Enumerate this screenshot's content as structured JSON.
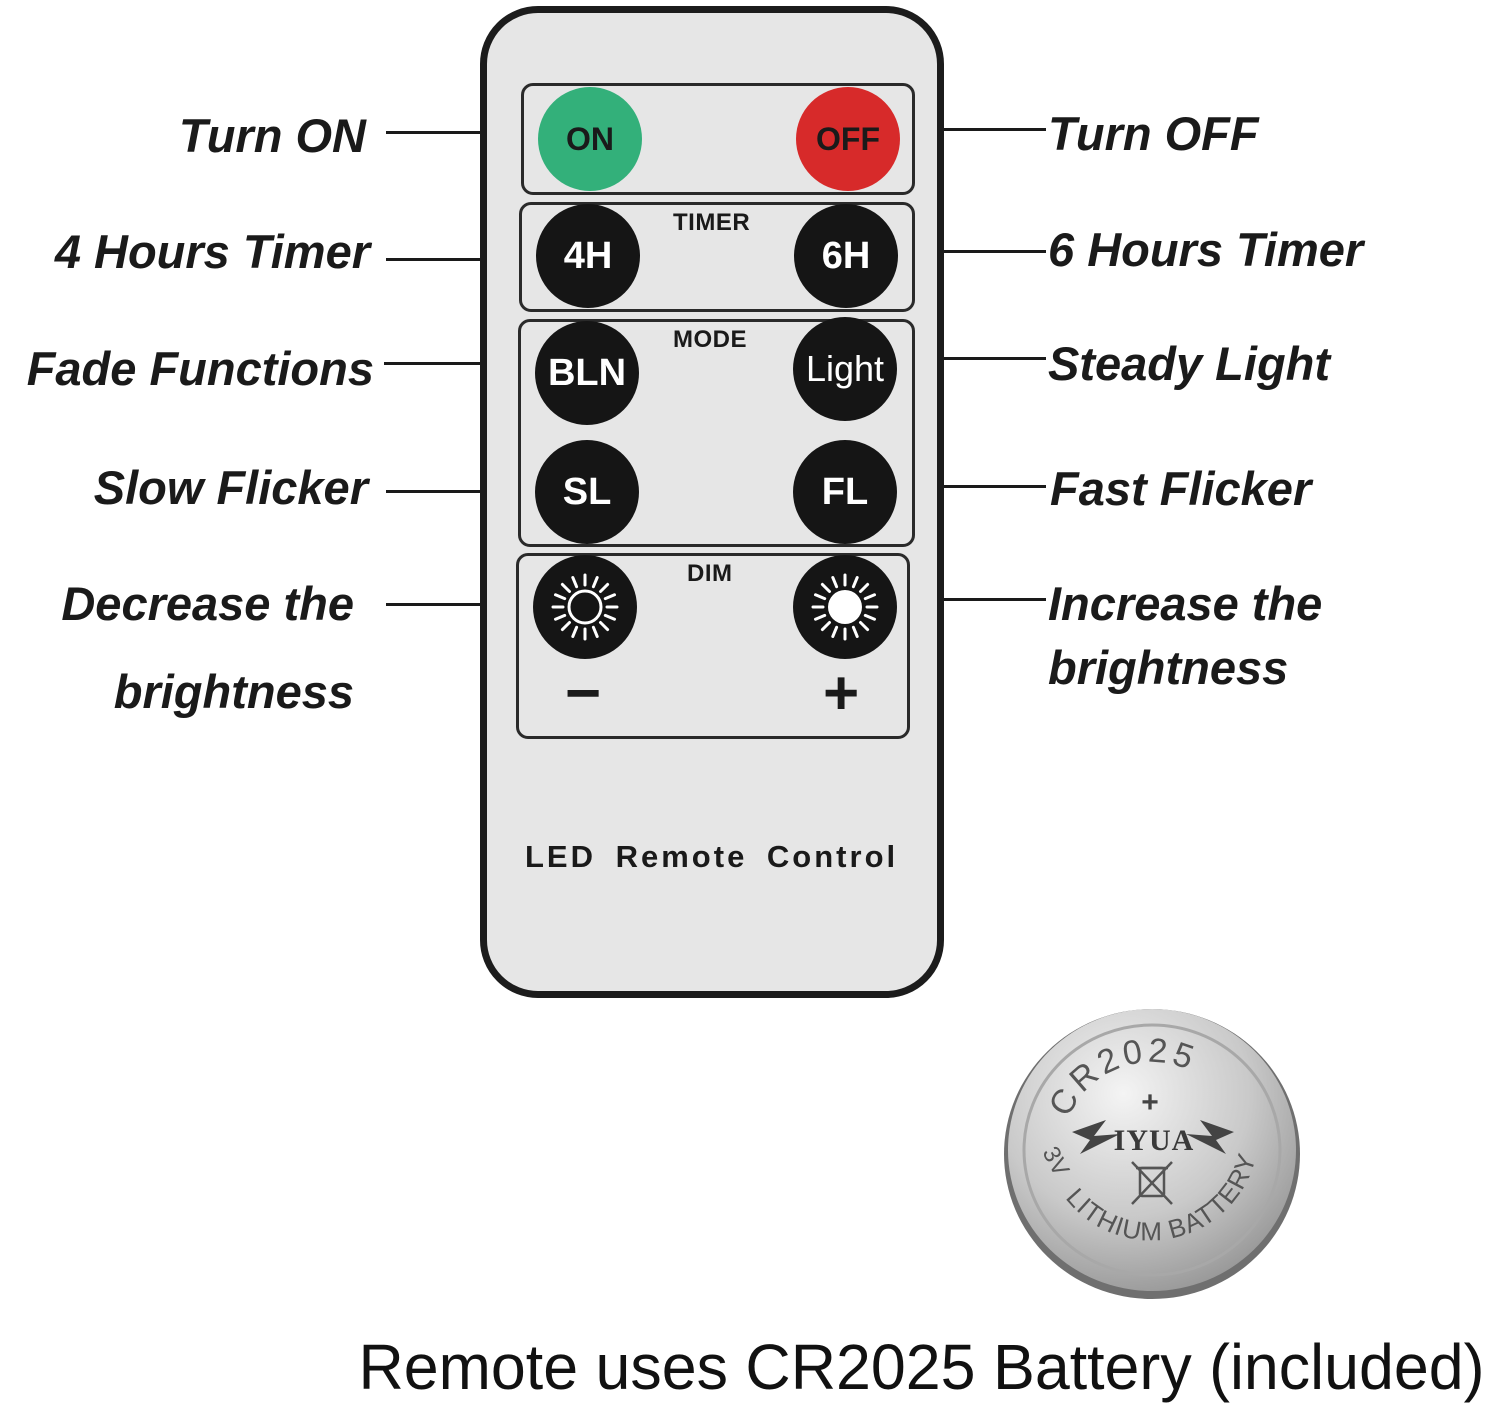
{
  "callouts": {
    "turn_on": "Turn ON",
    "turn_off": "Turn OFF",
    "four_hours": "4 Hours Timer",
    "six_hours": "6 Hours Timer",
    "fade": "Fade Functions",
    "steady": "Steady Light",
    "slow_flicker": "Slow Flicker",
    "fast_flicker": "Fast Flicker",
    "decrease_line1": "Decrease the",
    "decrease_line2": "brightness",
    "increase_line1": "Increase the",
    "increase_line2": "brightness"
  },
  "remote": {
    "sections": {
      "timer": "TIMER",
      "mode": "MODE",
      "dim": "DIM"
    },
    "buttons": {
      "on": "ON",
      "off": "OFF",
      "four_h": "4H",
      "six_h": "6H",
      "bln": "BLN",
      "light": "Light",
      "sl": "SL",
      "fl": "FL"
    },
    "minus": "−",
    "plus": "+",
    "label": "LED Remote Control"
  },
  "battery": {
    "model": "CR2025",
    "plus": "+",
    "brand": "IYUA",
    "voltage": "3V",
    "type": "LITHIUM BATTERY"
  },
  "caption": "Remote uses CR2025 Battery (included)",
  "colors": {
    "on_button": "#33b07a",
    "off_button": "#d72a2a",
    "remote_face": "#e6e6e6",
    "remote_border": "#1c1c1c"
  }
}
